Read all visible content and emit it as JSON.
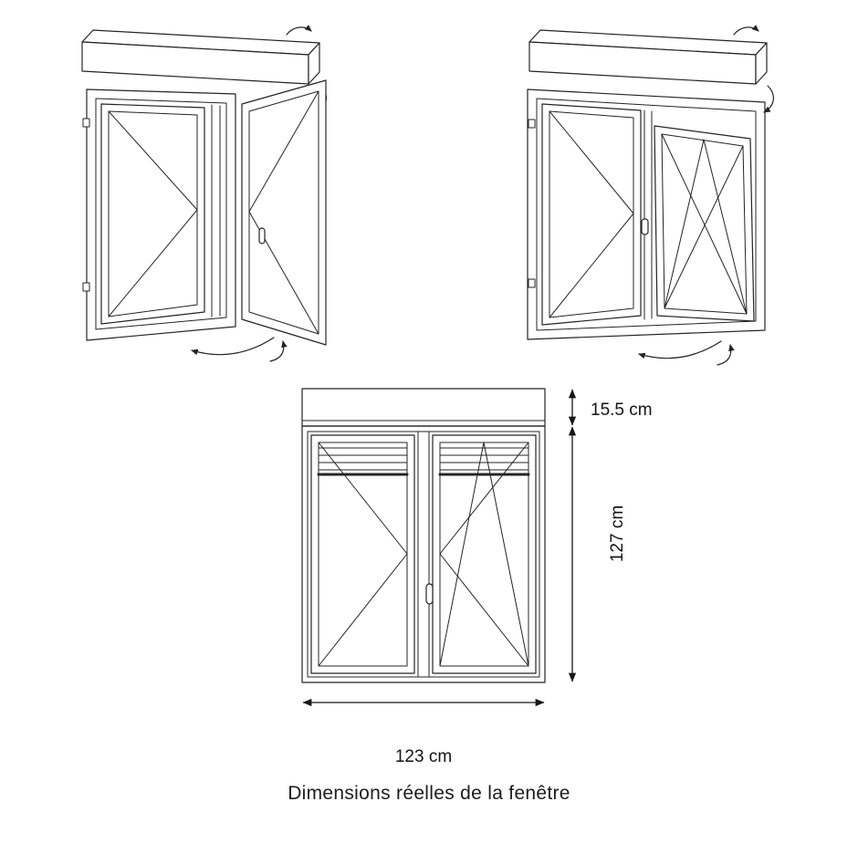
{
  "diagram": {
    "dimensions": {
      "shutter_box_height": "15.5 cm",
      "window_height": "127 cm",
      "window_width": "123 cm"
    },
    "caption": "Dimensions réelles de la fenêtre"
  }
}
